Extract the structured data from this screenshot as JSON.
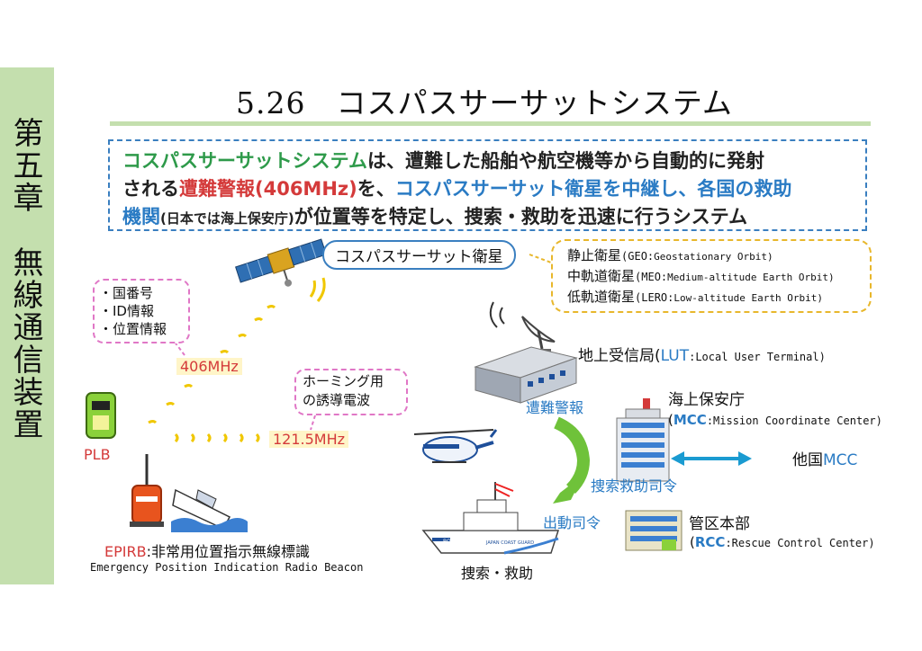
{
  "sidebar": {
    "chapter": "第五章　無線通信装置"
  },
  "title": "5.26　コスパスサーサットシステム",
  "summary": {
    "line1": {
      "a": "コスパスサーサットシステム",
      "b": "は、遭難した船舶や航空機等から自動的に発射"
    },
    "line2": {
      "a": "される",
      "b": "遭難警報(406MHz)",
      "c": "を、",
      "d": "コスパスサーサット衛星を中継し、各国の救助"
    },
    "line3": {
      "a": "機関",
      "b": "(日本では海上保安庁)",
      "c": "が位置等を特定し、捜索・救助を迅速に行うシステム"
    }
  },
  "satellite": {
    "label": "コスパスサーサット衛星"
  },
  "orbits": [
    {
      "name": "静止衛星",
      "abbr": "(GEO:",
      "full": "Geostationary Orbit)"
    },
    {
      "name": "中軌道衛星",
      "abbr": "(MEO:",
      "full": "Medium-altitude Earth Orbit)"
    },
    {
      "name": "低軌道衛星",
      "abbr": "(LERO:",
      "full": "Low-altitude Earth Orbit)"
    }
  ],
  "info_items": [
    "・国番号",
    "・ID情報",
    "・位置情報"
  ],
  "freq406": "406MHz",
  "homing": {
    "line1": "ホーミング用",
    "line2": "の誘導電波"
  },
  "freq121": "121.5MHz",
  "plb": "PLB",
  "epirb": {
    "a": "EPIRB",
    "b": ":非常用位置指示無線標識",
    "full": "Emergency Position Indication Radio Beacon"
  },
  "lut": {
    "a": "地上受信局(",
    "b": "LUT",
    "c": ":Local User Terminal)"
  },
  "distress": "遭難警報",
  "mcc": {
    "name": "海上保安庁",
    "a": "(",
    "b": "MCC",
    "c": ":Mission Coordinate Center)"
  },
  "other_mcc": {
    "a": "他国",
    "b": "MCC"
  },
  "sar_order": "捜索救助司令",
  "rcc": {
    "name": "管区本部",
    "a": "(",
    "b": "RCC",
    "c": ":Rescue Control Center)"
  },
  "dispatch": "出動司令",
  "search": "捜索・救助",
  "ship_text": {
    "hull": "BO124",
    "side": "JAPAN COAST GUARD"
  },
  "colors": {
    "accent_green": "#c4dfae",
    "blue": "#2a7bc4",
    "red": "#d43a3a",
    "yellow": "#f0c700"
  }
}
